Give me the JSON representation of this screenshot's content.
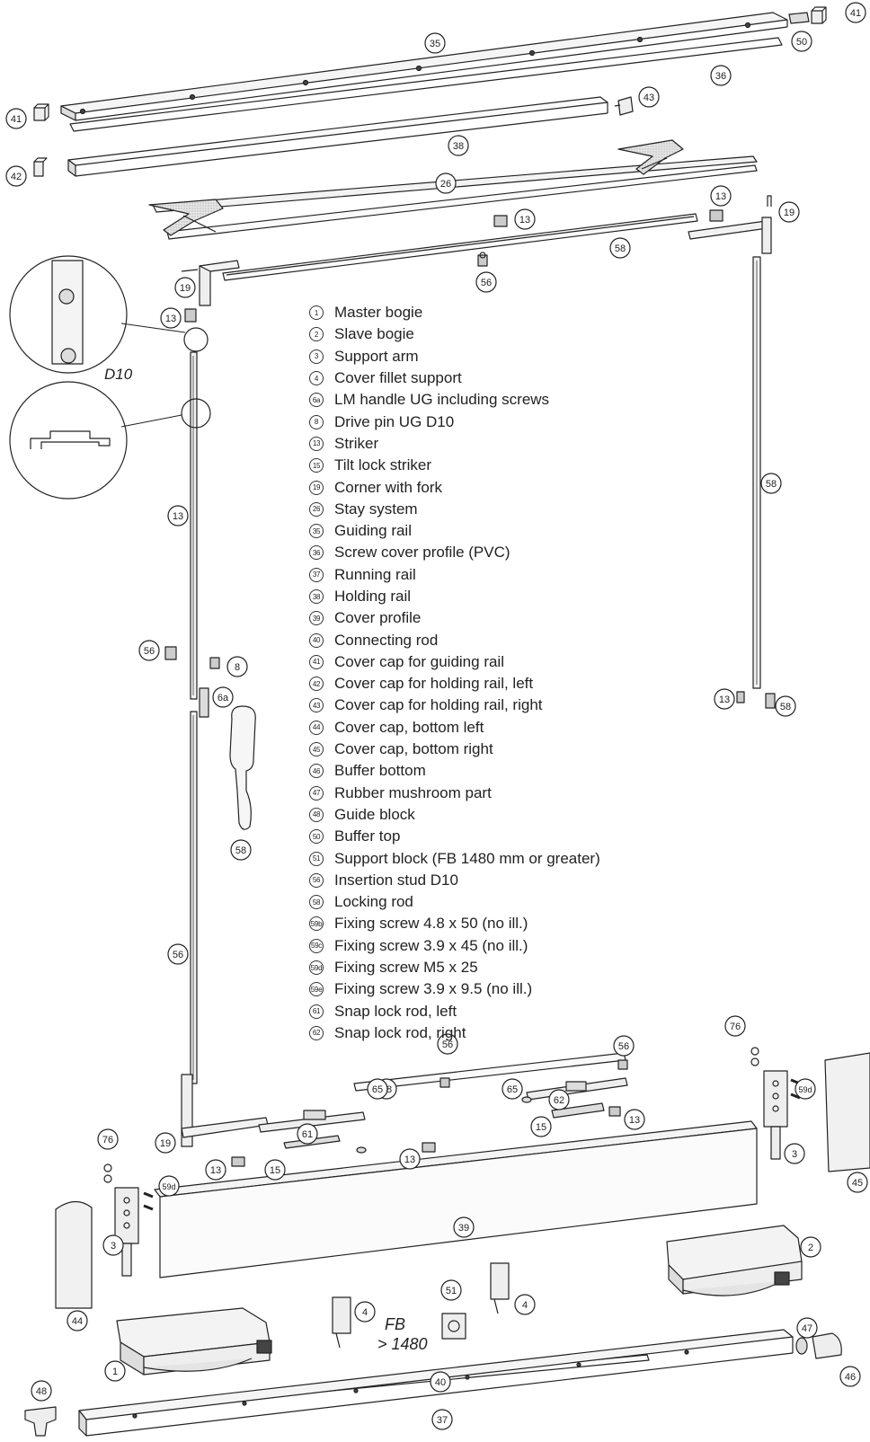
{
  "legend": [
    {
      "num": "1",
      "text": "Master bogie"
    },
    {
      "num": "2",
      "text": "Slave bogie"
    },
    {
      "num": "3",
      "text": "Support arm"
    },
    {
      "num": "4",
      "text": "Cover fillet support"
    },
    {
      "num": "6a",
      "text": "LM handle UG including screws"
    },
    {
      "num": "8",
      "text": "Drive pin UG D10"
    },
    {
      "num": "13",
      "text": "Striker"
    },
    {
      "num": "15",
      "text": "Tilt lock striker"
    },
    {
      "num": "19",
      "text": "Corner with fork"
    },
    {
      "num": "26",
      "text": "Stay system"
    },
    {
      "num": "35",
      "text": "Guiding rail"
    },
    {
      "num": "36",
      "text": "Screw cover profile (PVC)"
    },
    {
      "num": "37",
      "text": "Running rail"
    },
    {
      "num": "38",
      "text": "Holding rail"
    },
    {
      "num": "39",
      "text": "Cover profile"
    },
    {
      "num": "40",
      "text": "Connecting rod"
    },
    {
      "num": "41",
      "text": "Cover cap for guiding rail"
    },
    {
      "num": "42",
      "text": "Cover cap for holding rail, left"
    },
    {
      "num": "43",
      "text": "Cover cap for holding rail, right"
    },
    {
      "num": "44",
      "text": "Cover cap, bottom left"
    },
    {
      "num": "45",
      "text": "Cover cap, bottom right"
    },
    {
      "num": "46",
      "text": "Buffer bottom"
    },
    {
      "num": "47",
      "text": "Rubber mushroom part"
    },
    {
      "num": "48",
      "text": "Guide block"
    },
    {
      "num": "50",
      "text": "Buffer top"
    },
    {
      "num": "51",
      "text": "Support block (FB 1480 mm or greater)"
    },
    {
      "num": "56",
      "text": "Insertion stud D10"
    },
    {
      "num": "58",
      "text": "Locking rod"
    },
    {
      "num": "59b",
      "text": "Fixing screw 4.8 x 50 (no ill.)"
    },
    {
      "num": "59c",
      "text": "Fixing screw 3.9 x 45 (no ill.)"
    },
    {
      "num": "59d",
      "text": "Fixing screw M5 x 25"
    },
    {
      "num": "59e",
      "text": "Fixing screw 3.9 x 9.5 (no ill.)"
    },
    {
      "num": "61",
      "text": "Snap lock rod, left"
    },
    {
      "num": "62",
      "text": "Snap lock rod, right"
    }
  ],
  "detail_label": "D10",
  "fb_label": {
    "line1": "FB",
    "line2": "> 1480"
  },
  "callouts": [
    "35",
    "41",
    "50",
    "36",
    "41",
    "43",
    "38",
    "42",
    "26",
    "13",
    "19",
    "13",
    "58",
    "56",
    "19",
    "13",
    "58",
    "13",
    "56",
    "8",
    "6a",
    "58",
    "56",
    "13",
    "58",
    "56",
    "56",
    "58",
    "62",
    "65",
    "65",
    "13",
    "13",
    "15",
    "61",
    "19",
    "76",
    "13",
    "15",
    "59d",
    "3",
    "39",
    "76",
    "59d",
    "3",
    "45",
    "4",
    "51",
    "4",
    "2",
    "44",
    "1",
    "40",
    "47",
    "46",
    "48",
    "37"
  ]
}
